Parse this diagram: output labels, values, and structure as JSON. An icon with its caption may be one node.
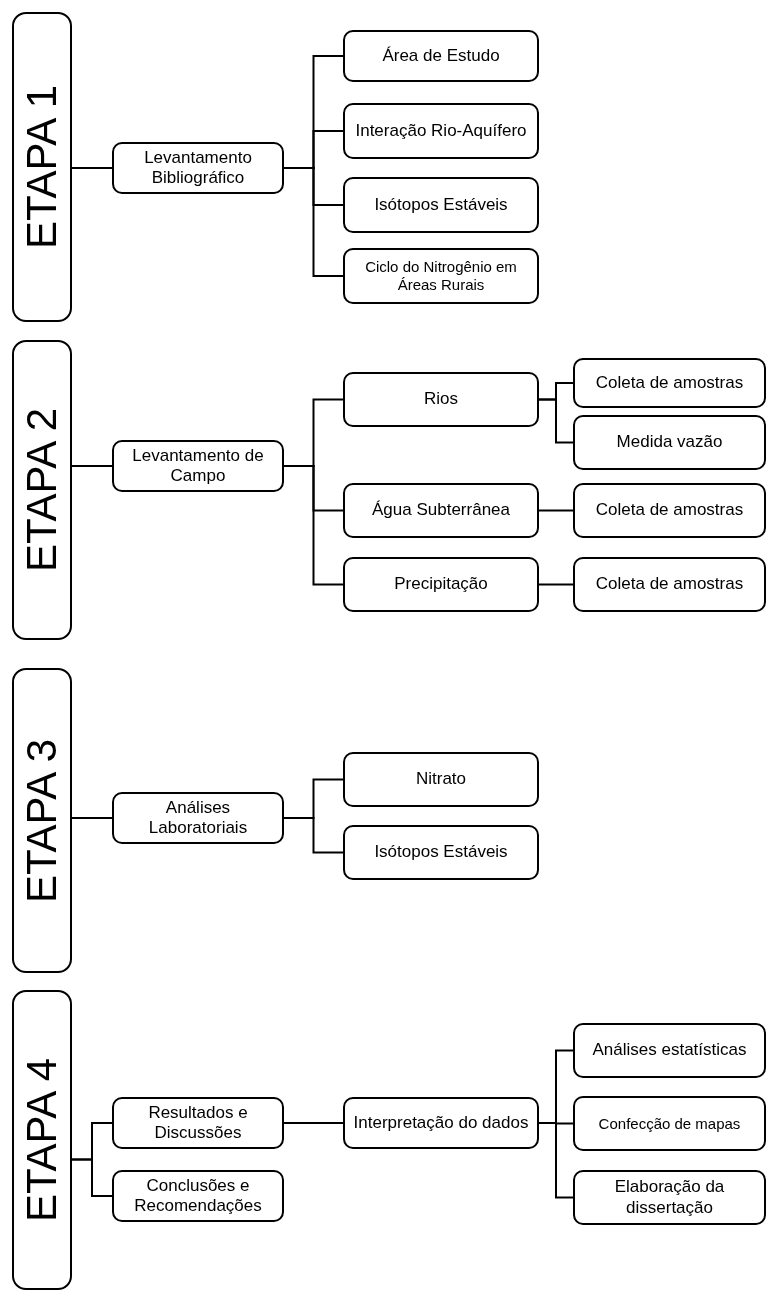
{
  "diagram": {
    "nodes": [
      {
        "text": [
          "ETAPA 1"
        ]
      },
      {
        "text": [
          "Levantamento Bibliográfico"
        ]
      },
      {
        "text": [
          "Área de Estudo"
        ]
      },
      {
        "text": [
          "Interação Rio-Aquífero"
        ]
      },
      {
        "text": [
          "Isótopos Estáveis"
        ]
      },
      {
        "text": [
          "Ciclo do Nitrogênio em Áreas Rurais"
        ]
      },
      {
        "text": [
          "ETAPA 2"
        ]
      },
      {
        "text": [
          "Levantamento de Campo"
        ]
      },
      {
        "text": [
          "Rios"
        ]
      },
      {
        "text": [
          "Coleta de amostras"
        ]
      },
      {
        "text": [
          "Medida vazão"
        ]
      },
      {
        "text": [
          "Água Subterrânea"
        ]
      },
      {
        "text": [
          "Coleta de amostras"
        ]
      },
      {
        "text": [
          "Precipitação"
        ]
      },
      {
        "text": [
          "Coleta de amostras"
        ]
      },
      {
        "text": [
          "ETAPA 3"
        ]
      },
      {
        "text": [
          "Análises Laboratoriais"
        ]
      },
      {
        "text": [
          "Nitrato"
        ]
      },
      {
        "text": [
          "Isótopos Estáveis"
        ]
      },
      {
        "text": [
          "ETAPA 4"
        ]
      },
      {
        "text": [
          "Resultados e Discussões"
        ]
      },
      {
        "text": [
          "Conclusões e Recomendações"
        ]
      },
      {
        "text": [
          "Interpretação do dados"
        ]
      },
      {
        "text": [
          "Análises estatísticas"
        ]
      },
      {
        "text": [
          "Confecção de mapas"
        ]
      },
      {
        "text": [
          "Elaboração da dissertação"
        ]
      }
    ],
    "edges": [
      {
        "from": 0,
        "to": 1,
        "arrow": "none"
      },
      {
        "from": 1,
        "to": 2,
        "arrow": "none"
      },
      {
        "from": 1,
        "to": 3,
        "arrow": "none"
      },
      {
        "from": 1,
        "to": 4,
        "arrow": "none"
      },
      {
        "from": 1,
        "to": 5,
        "arrow": "none"
      },
      {
        "from": 6,
        "to": 7,
        "arrow": "none"
      },
      {
        "from": 7,
        "to": 8,
        "arrow": "none"
      },
      {
        "from": 7,
        "to": 11,
        "arrow": "none"
      },
      {
        "from": 7,
        "to": 13,
        "arrow": "none"
      },
      {
        "from": 8,
        "to": 9,
        "arrow": "none"
      },
      {
        "from": 8,
        "to": 10,
        "arrow": "none"
      },
      {
        "from": 11,
        "to": 12,
        "arrow": "none"
      },
      {
        "from": 13,
        "to": 14,
        "arrow": "none"
      },
      {
        "from": 15,
        "to": 16,
        "arrow": "none"
      },
      {
        "from": 16,
        "to": 17,
        "arrow": "none"
      },
      {
        "from": 16,
        "to": 18,
        "arrow": "none"
      },
      {
        "from": 19,
        "to": 20,
        "arrow": "none"
      },
      {
        "from": 19,
        "to": 21,
        "arrow": "none"
      },
      {
        "from": 20,
        "to": 22,
        "arrow": "none"
      },
      {
        "from": 22,
        "to": 23,
        "arrow": "none"
      },
      {
        "from": 22,
        "to": 24,
        "arrow": "none"
      },
      {
        "from": 22,
        "to": 25,
        "arrow": "none"
      }
    ]
  }
}
